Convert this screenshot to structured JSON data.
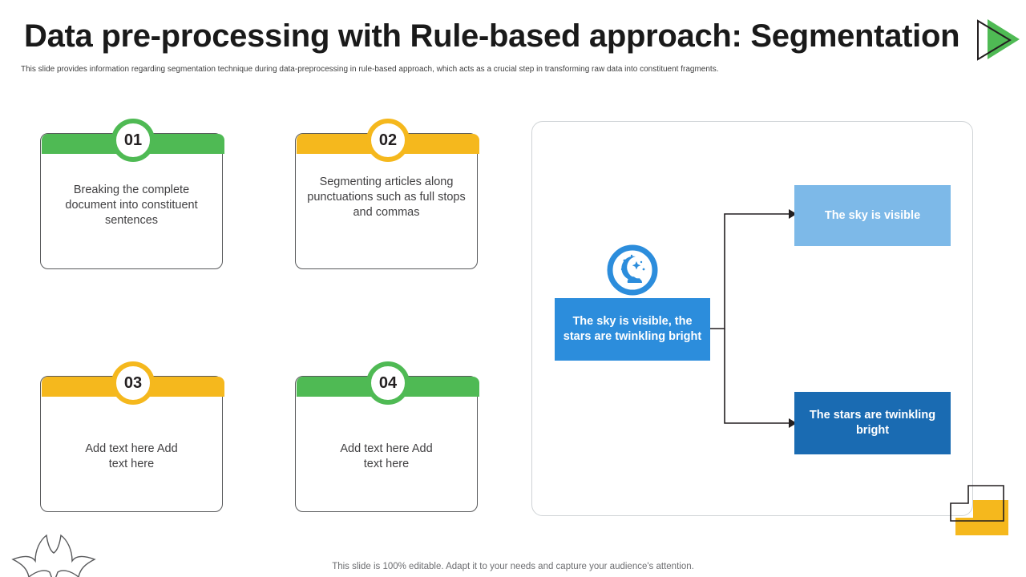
{
  "slide": {
    "title": "Data pre-processing with Rule-based approach: Segmentation",
    "subtitle": "This slide provides information regarding segmentation technique during data-preprocessing in rule-based approach, which acts as a crucial step in transforming raw data into constituent fragments.",
    "footer": "This slide is 100% editable. Adapt it to your needs and capture your audience's attention."
  },
  "colors": {
    "green": "#4FBA54",
    "yellow": "#F5B81D",
    "blue_medium": "#2C8DDC",
    "blue_light": "#7DB9E8",
    "blue_dark": "#1A6BB2",
    "title_text": "#1a1a1a",
    "body_text": "#414042",
    "card_border": "#58595b",
    "panel_border": "#cfd3d6"
  },
  "cards": [
    {
      "number": "01",
      "accent": "green",
      "text": "Breaking the complete document into constituent sentences"
    },
    {
      "number": "02",
      "accent": "yellow",
      "text": "Segmenting articles along punctuations such as full stops and commas"
    },
    {
      "number": "03",
      "accent": "yellow",
      "text": "Add text here Add text here"
    },
    {
      "number": "04",
      "accent": "green",
      "text": "Add text here Add text here"
    }
  ],
  "diagram": {
    "icon_name": "night-sky-moon-icon",
    "source_node": {
      "label": "The sky is visible, the stars are twinkling bright",
      "color": "#2C8DDC"
    },
    "output_nodes": [
      {
        "label": "The sky is visible",
        "color": "#7DB9E8"
      },
      {
        "label": "The stars are twinkling bright",
        "color": "#1A6BB2"
      }
    ]
  },
  "decorations": {
    "logo_name": "green-play-triangle-logo",
    "corner_name": "yellow-l-shape-decoration",
    "star_name": "starburst-outline-decoration"
  }
}
